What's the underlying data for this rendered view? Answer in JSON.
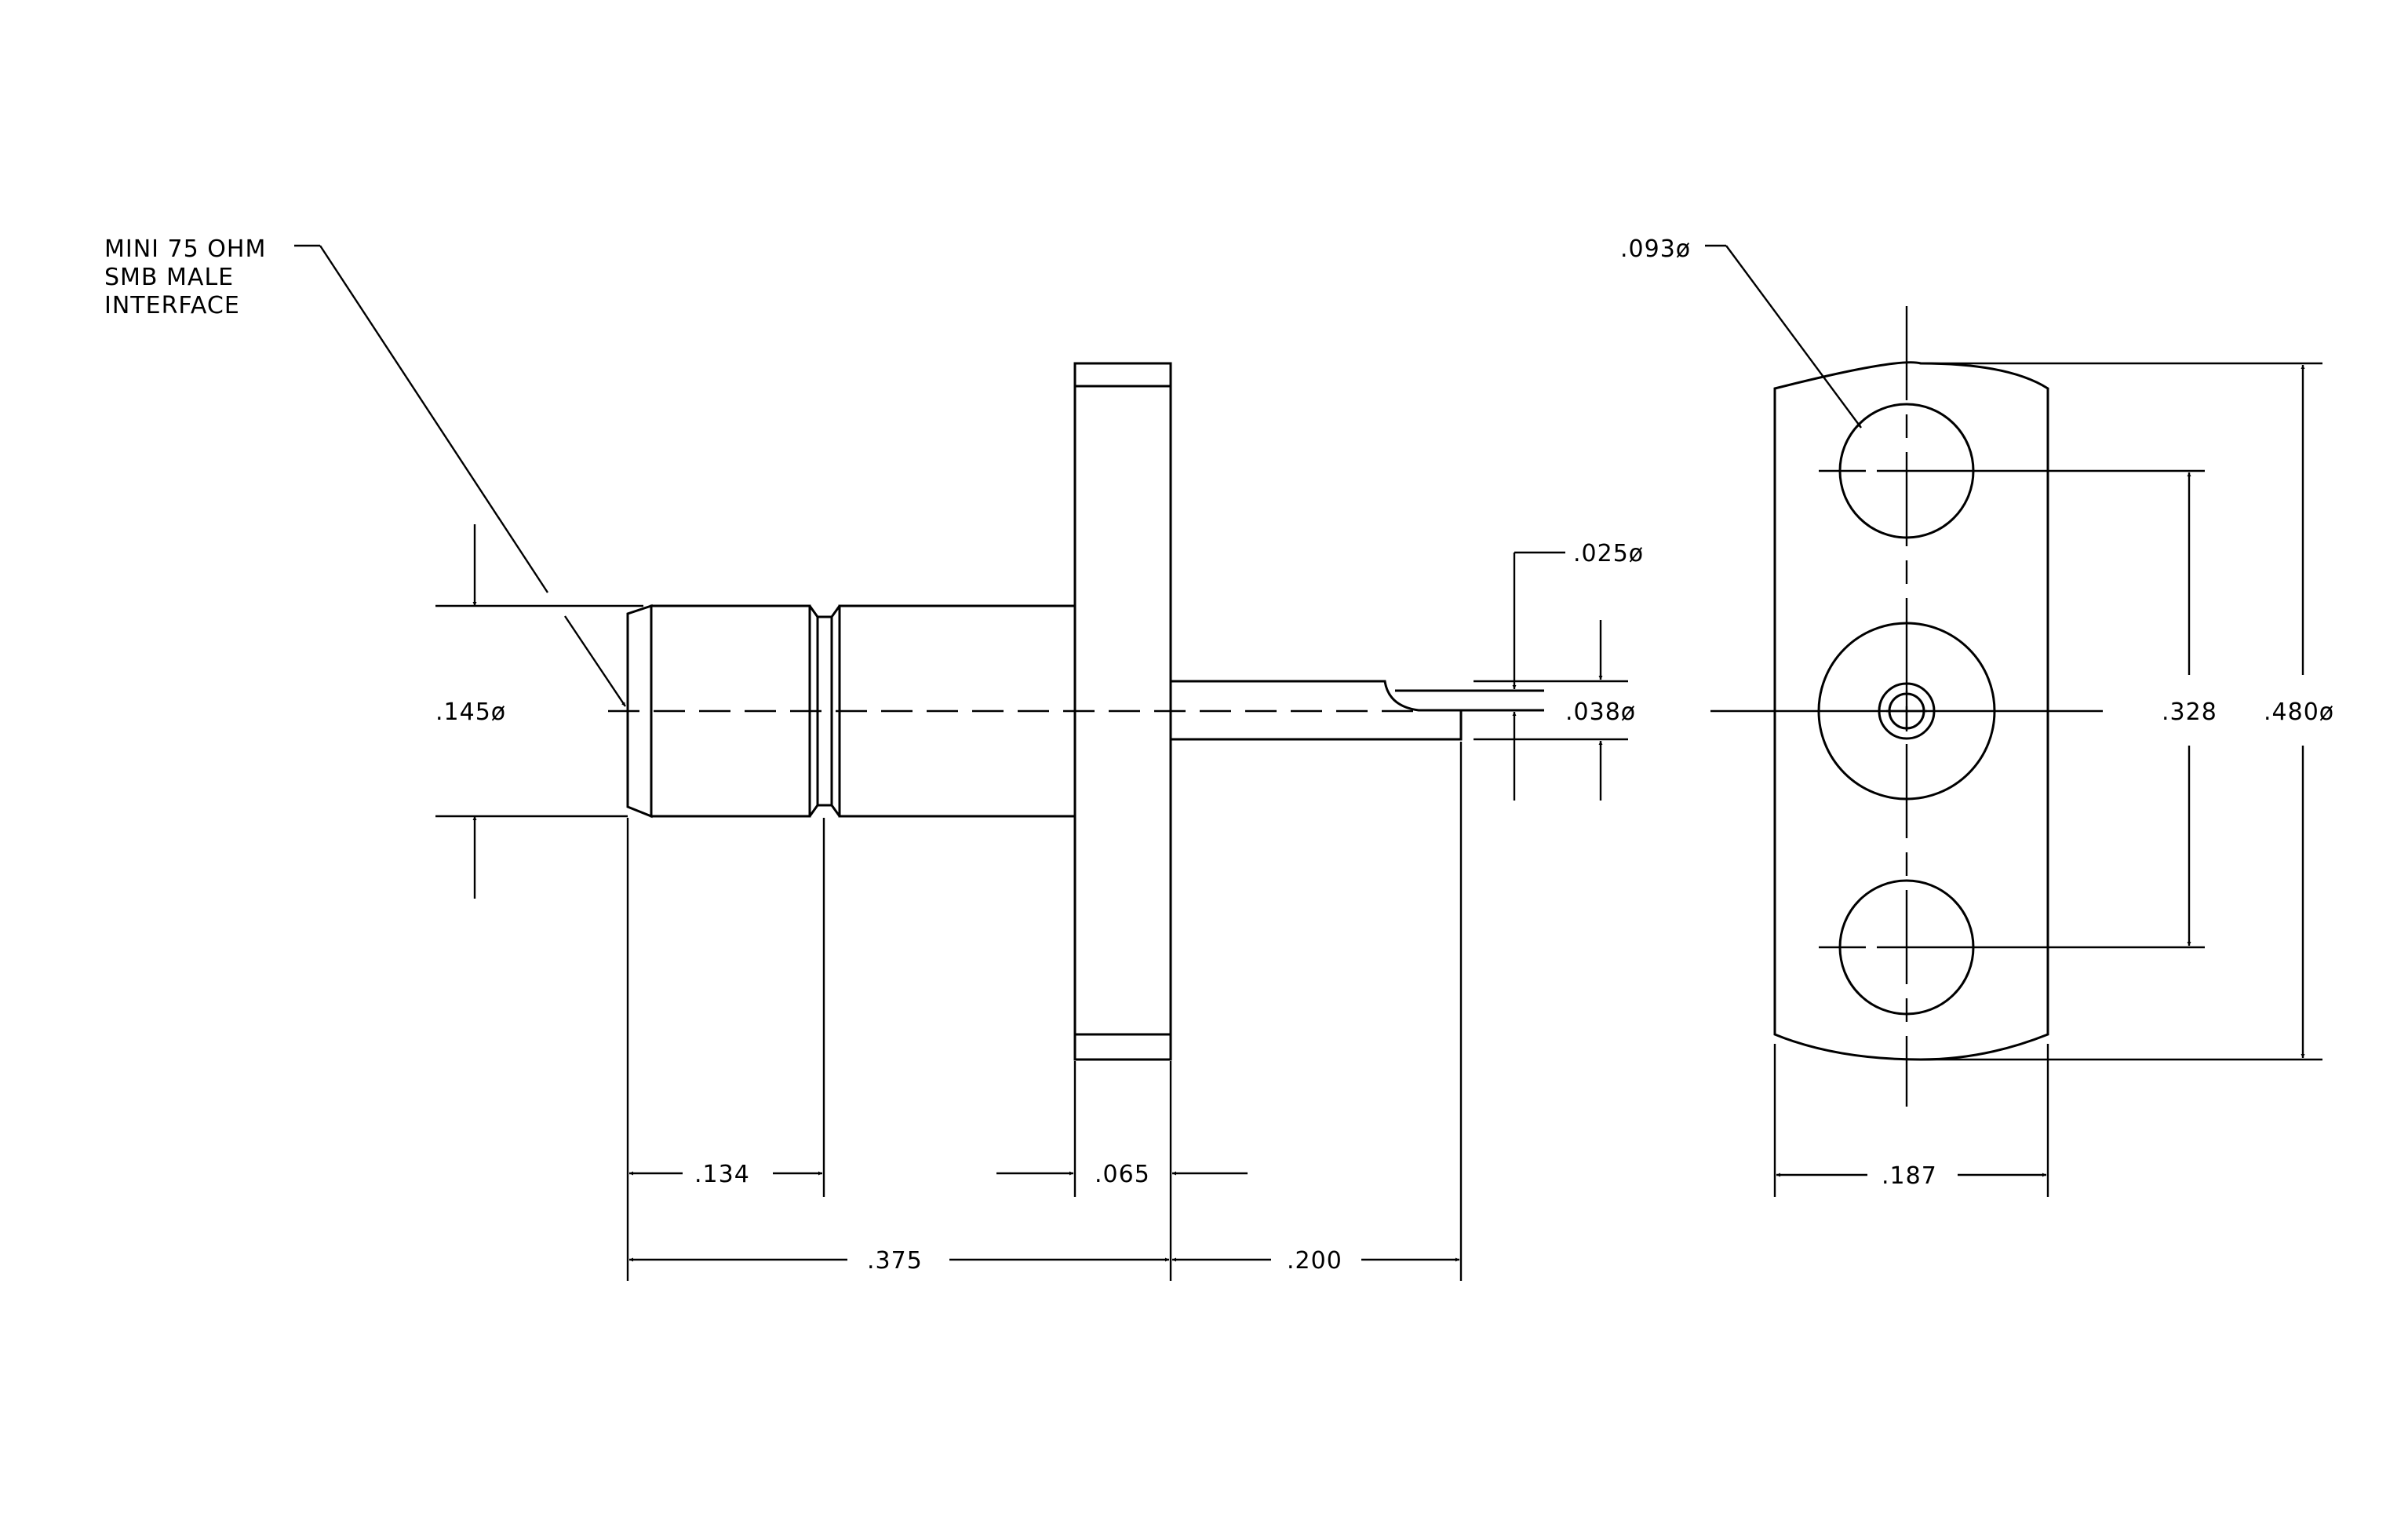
{
  "note": {
    "line1": "MINI 75 OHM",
    "line2": "SMB MALE",
    "line3": "INTERFACE"
  },
  "side_view": {
    "body_diameter": ".145ø",
    "interface_length": ".134",
    "overall_length": ".375",
    "flange_thickness": ".065",
    "pin_length": ".200",
    "pin_tip_diameter": ".025ø",
    "pin_diameter": ".038ø"
  },
  "end_view": {
    "hole_diameter": ".093ø",
    "hole_spacing": ".328",
    "flange_height": ".480ø",
    "flange_width": ".187"
  },
  "colors": {
    "line": "#000000",
    "background": "#ffffff"
  }
}
